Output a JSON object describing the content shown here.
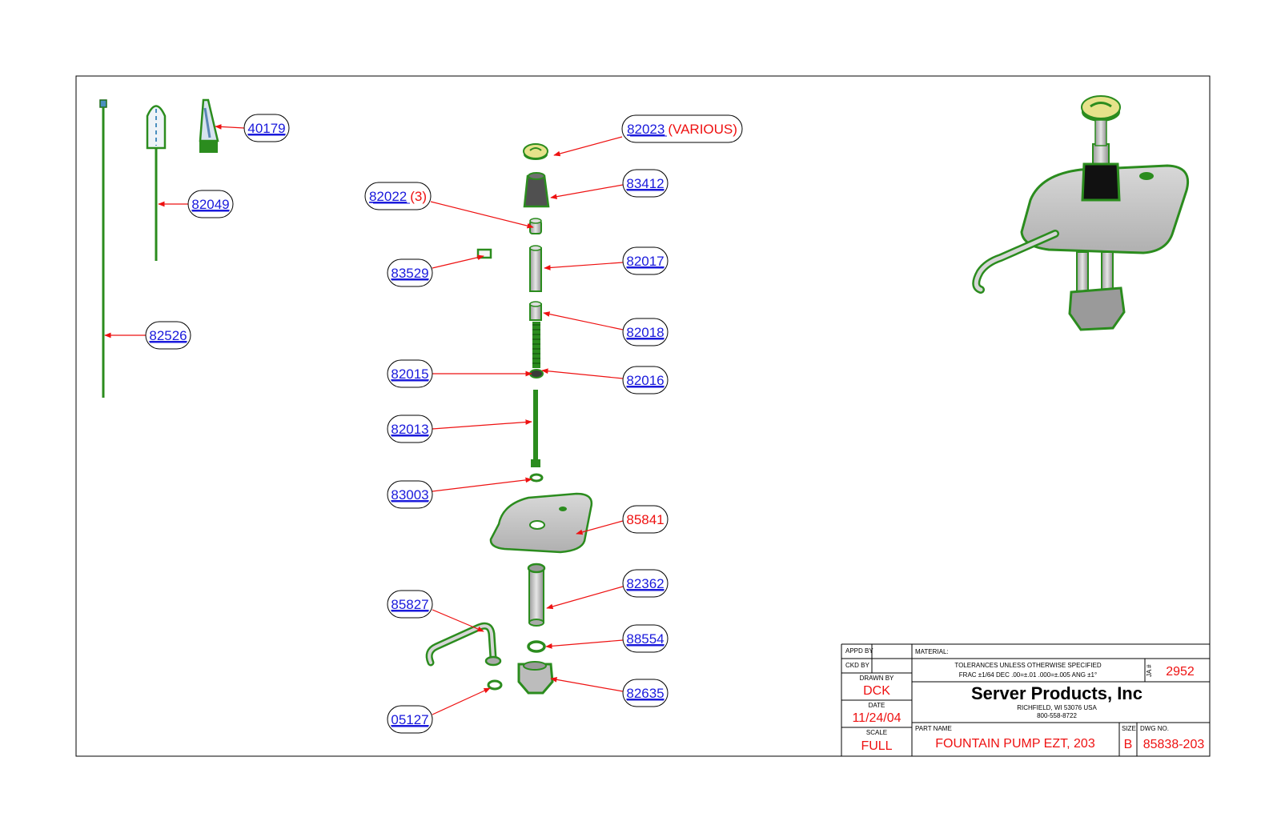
{
  "callouts": [
    {
      "id": "c40179",
      "part": "40179",
      "note": "",
      "part_color": "#1a1adc"
    },
    {
      "id": "c82049",
      "part": "82049",
      "note": "",
      "part_color": "#1a1adc"
    },
    {
      "id": "c82526",
      "part": "82526",
      "note": "",
      "part_color": "#1a1adc"
    },
    {
      "id": "c82023",
      "part": "82023",
      "note": "(VARIOUS)",
      "part_color": "#1a1adc"
    },
    {
      "id": "c83412",
      "part": "83412",
      "note": "",
      "part_color": "#1a1adc"
    },
    {
      "id": "c82022",
      "part": "82022",
      "note": "(3)",
      "part_color": "#1a1adc"
    },
    {
      "id": "c83529",
      "part": "83529",
      "note": "",
      "part_color": "#1a1adc"
    },
    {
      "id": "c82017",
      "part": "82017",
      "note": "",
      "part_color": "#1a1adc"
    },
    {
      "id": "c82018",
      "part": "82018",
      "note": "",
      "part_color": "#1a1adc"
    },
    {
      "id": "c82015",
      "part": "82015",
      "note": "",
      "part_color": "#1a1adc"
    },
    {
      "id": "c82016",
      "part": "82016",
      "note": "",
      "part_color": "#1a1adc"
    },
    {
      "id": "c82013",
      "part": "82013",
      "note": "",
      "part_color": "#1a1adc"
    },
    {
      "id": "c83003",
      "part": "83003",
      "note": "",
      "part_color": "#1a1adc"
    },
    {
      "id": "c85841",
      "part": "85841",
      "note": "",
      "part_color": "#ee1111"
    },
    {
      "id": "c82362",
      "part": "82362",
      "note": "",
      "part_color": "#1a1adc"
    },
    {
      "id": "c85827",
      "part": "85827",
      "note": "",
      "part_color": "#1a1adc"
    },
    {
      "id": "c88554",
      "part": "88554",
      "note": "",
      "part_color": "#1a1adc"
    },
    {
      "id": "c82635",
      "part": "82635",
      "note": "",
      "part_color": "#1a1adc"
    },
    {
      "id": "c05127",
      "part": "05127",
      "note": "",
      "part_color": "#1a1adc"
    }
  ],
  "title_block": {
    "appd_by_label": "APPD BY",
    "ckd_by_label": "CKD BY",
    "drawn_by_label": "DRAWN BY",
    "drawn_by": "DCK",
    "date_label": "DATE",
    "date": "11/24/04",
    "scale_label": "SCALE",
    "scale": "FULL",
    "material_label": "MATERIAL:",
    "tolerances_line1": "TOLERANCES UNLESS OTHERWISE SPECIFIED",
    "tolerances_line2": "FRAC ±1/64 DEC .00=±.01 .000=±.005 ANG ±1°",
    "ja_label": "JA #",
    "ja_number": "2952",
    "company": "Server Products, Inc",
    "address": "RICHFIELD, WI 53076 USA",
    "phone": "800-558-8722",
    "part_name_label": "PART NAME",
    "part_name": "FOUNTAIN PUMP EZT, 203",
    "size_label": "SIZE",
    "size": "B",
    "dwg_no_label": "DWG NO.",
    "dwg_no": "85838-203"
  },
  "colors": {
    "part_green": "#2b8c1e",
    "leader_red": "#ee1111",
    "part_blue": "#1a1adc",
    "plate_gray": "#c9c9c9",
    "knob_yellow": "#e6e28a"
  }
}
